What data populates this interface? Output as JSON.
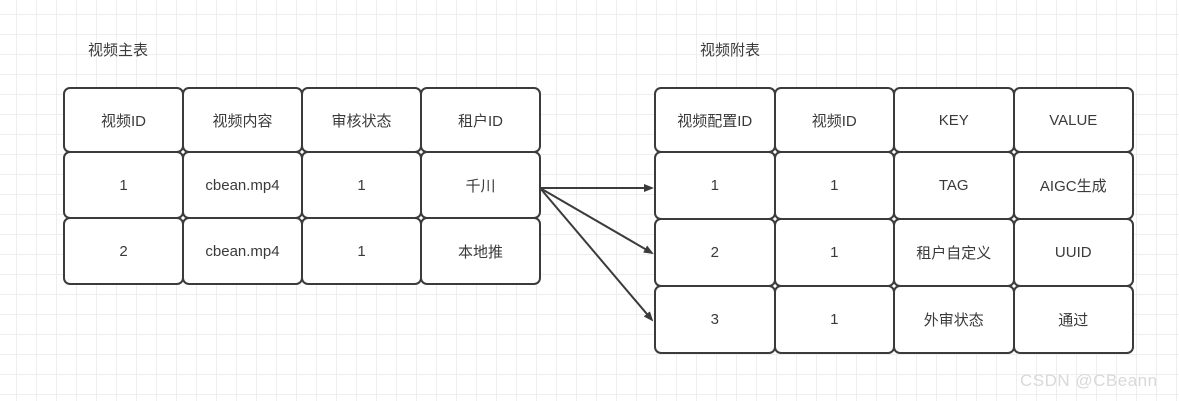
{
  "colors": {
    "line": "#3b3b3b",
    "text": "#3a3a3a",
    "grid": "#f0edef",
    "background": "#ffffff",
    "watermark": "#d9d9d9"
  },
  "watermark": "CSDN @CBeann",
  "main_table": {
    "title": "视频主表",
    "columns": [
      "视频ID",
      "视频内容",
      "审核状态",
      "租户ID"
    ],
    "rows": [
      [
        "1",
        "cbean.mp4",
        "1",
        "千川"
      ],
      [
        "2",
        "cbean.mp4",
        "1",
        "本地推"
      ]
    ]
  },
  "detail_table": {
    "title": "视频附表",
    "columns": [
      "视频配置ID",
      "视频ID",
      "KEY",
      "VALUE"
    ],
    "rows": [
      [
        "1",
        "1",
        "TAG",
        "AIGC生成"
      ],
      [
        "2",
        "1",
        "租户自定义",
        "UUID"
      ],
      [
        "3",
        "1",
        "外审状态",
        "通过"
      ]
    ]
  },
  "relations": {
    "arrows": [
      {
        "from": "main_table.row.0.cell.租户ID",
        "to": "detail_table.row.0"
      },
      {
        "from": "main_table.row.0.cell.租户ID",
        "to": "detail_table.row.1"
      },
      {
        "from": "main_table.row.0.cell.租户ID",
        "to": "detail_table.row.2"
      }
    ]
  }
}
